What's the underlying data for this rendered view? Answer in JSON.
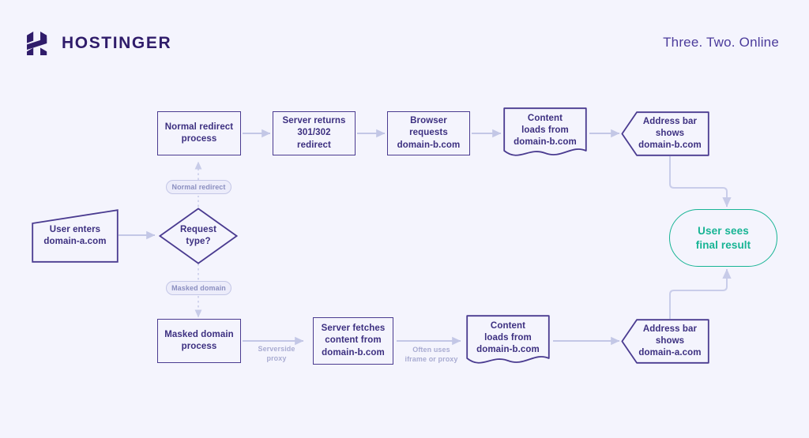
{
  "header": {
    "logo_icon": "hostinger-h-logo-icon",
    "brand_name": "HOSTINGER",
    "tagline": "Three. Two. Online"
  },
  "colors": {
    "background": "#f4f4fd",
    "node_stroke": "#4a3b90",
    "node_text": "#3c2f80",
    "brand_text": "#2f1c6a",
    "tagline_text": "#4b3b9b",
    "arrow": "#c3c7e6",
    "terminal_stroke": "#17b494",
    "terminal_text": "#17b494",
    "pill_fill": "#ececeb",
    "pill_text": "#8b8fc0",
    "caption_text": "#a9acd2"
  },
  "diagram": {
    "title": "Normal redirect vs masked domain flow",
    "nodes": {
      "user_enters": {
        "shape": "trapezoid",
        "line1": "User enters",
        "line2": "domain-a.com"
      },
      "request_type": {
        "shape": "diamond",
        "line1": "Request",
        "line2": "type?"
      },
      "normal_process": {
        "shape": "rectangle",
        "line1": "Normal redirect",
        "line2": "process"
      },
      "server_returns": {
        "shape": "rectangle",
        "line1": "Server returns",
        "line2": "301/302",
        "line3": "redirect"
      },
      "browser_requests": {
        "shape": "rectangle",
        "line1": "Browser",
        "line2": "requests",
        "line3": "domain-b.com"
      },
      "content_loads_top": {
        "shape": "document-wave",
        "line1": "Content",
        "line2": "loads from",
        "line3": "domain-b.com"
      },
      "address_bar_top": {
        "shape": "chevron",
        "line1": "Address bar",
        "line2": "shows",
        "line3": "domain-b.com"
      },
      "masked_process": {
        "shape": "rectangle",
        "line1": "Masked domain",
        "line2": "process"
      },
      "server_fetches": {
        "shape": "rectangle",
        "line1": "Server fetches",
        "line2": "content from",
        "line3": "domain-b.com"
      },
      "content_loads_bottom": {
        "shape": "document-wave",
        "line1": "Content",
        "line2": "loads from",
        "line3": "domain-b.com"
      },
      "address_bar_bottom": {
        "shape": "chevron",
        "line1": "Address bar",
        "line2": "shows",
        "line3": "domain-a.com"
      },
      "final_result": {
        "shape": "stadium",
        "line1": "User sees",
        "line2": "final result"
      }
    },
    "branch_labels": {
      "normal": "Normal redirect",
      "masked": "Masked domain"
    },
    "edge_captions": {
      "serverside_proxy_line1": "Serverside",
      "serverside_proxy_line2": "proxy",
      "iframe_proxy_line1": "Often uses",
      "iframe_proxy_line2": "iframe or proxy"
    }
  }
}
